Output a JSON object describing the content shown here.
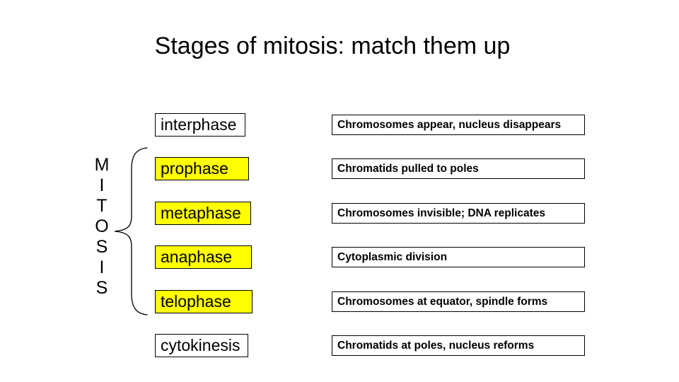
{
  "slide": {
    "title": "Stages of mitosis: match them up",
    "mitosis_letters": [
      "M",
      "I",
      "T",
      "O",
      "S",
      "I",
      "S"
    ],
    "stages": [
      {
        "label": "interphase",
        "highlighted": false
      },
      {
        "label": "prophase",
        "highlighted": true
      },
      {
        "label": "metaphase",
        "highlighted": true
      },
      {
        "label": "anaphase",
        "highlighted": true
      },
      {
        "label": "telophase",
        "highlighted": true
      },
      {
        "label": "cytokinesis",
        "highlighted": false
      }
    ],
    "descriptions": [
      "Chromosomes appear, nucleus disappears",
      "Chromatids pulled to poles",
      "Chromosomes invisible; DNA replicates",
      "Cytoplasmic division",
      "Chromosomes at equator, spindle forms",
      "Chromatids at poles, nucleus reforms"
    ],
    "colors": {
      "stage_highlight": "#ffff00",
      "box_border": "#000000",
      "background": "#ffffff",
      "text": "#000000"
    }
  }
}
